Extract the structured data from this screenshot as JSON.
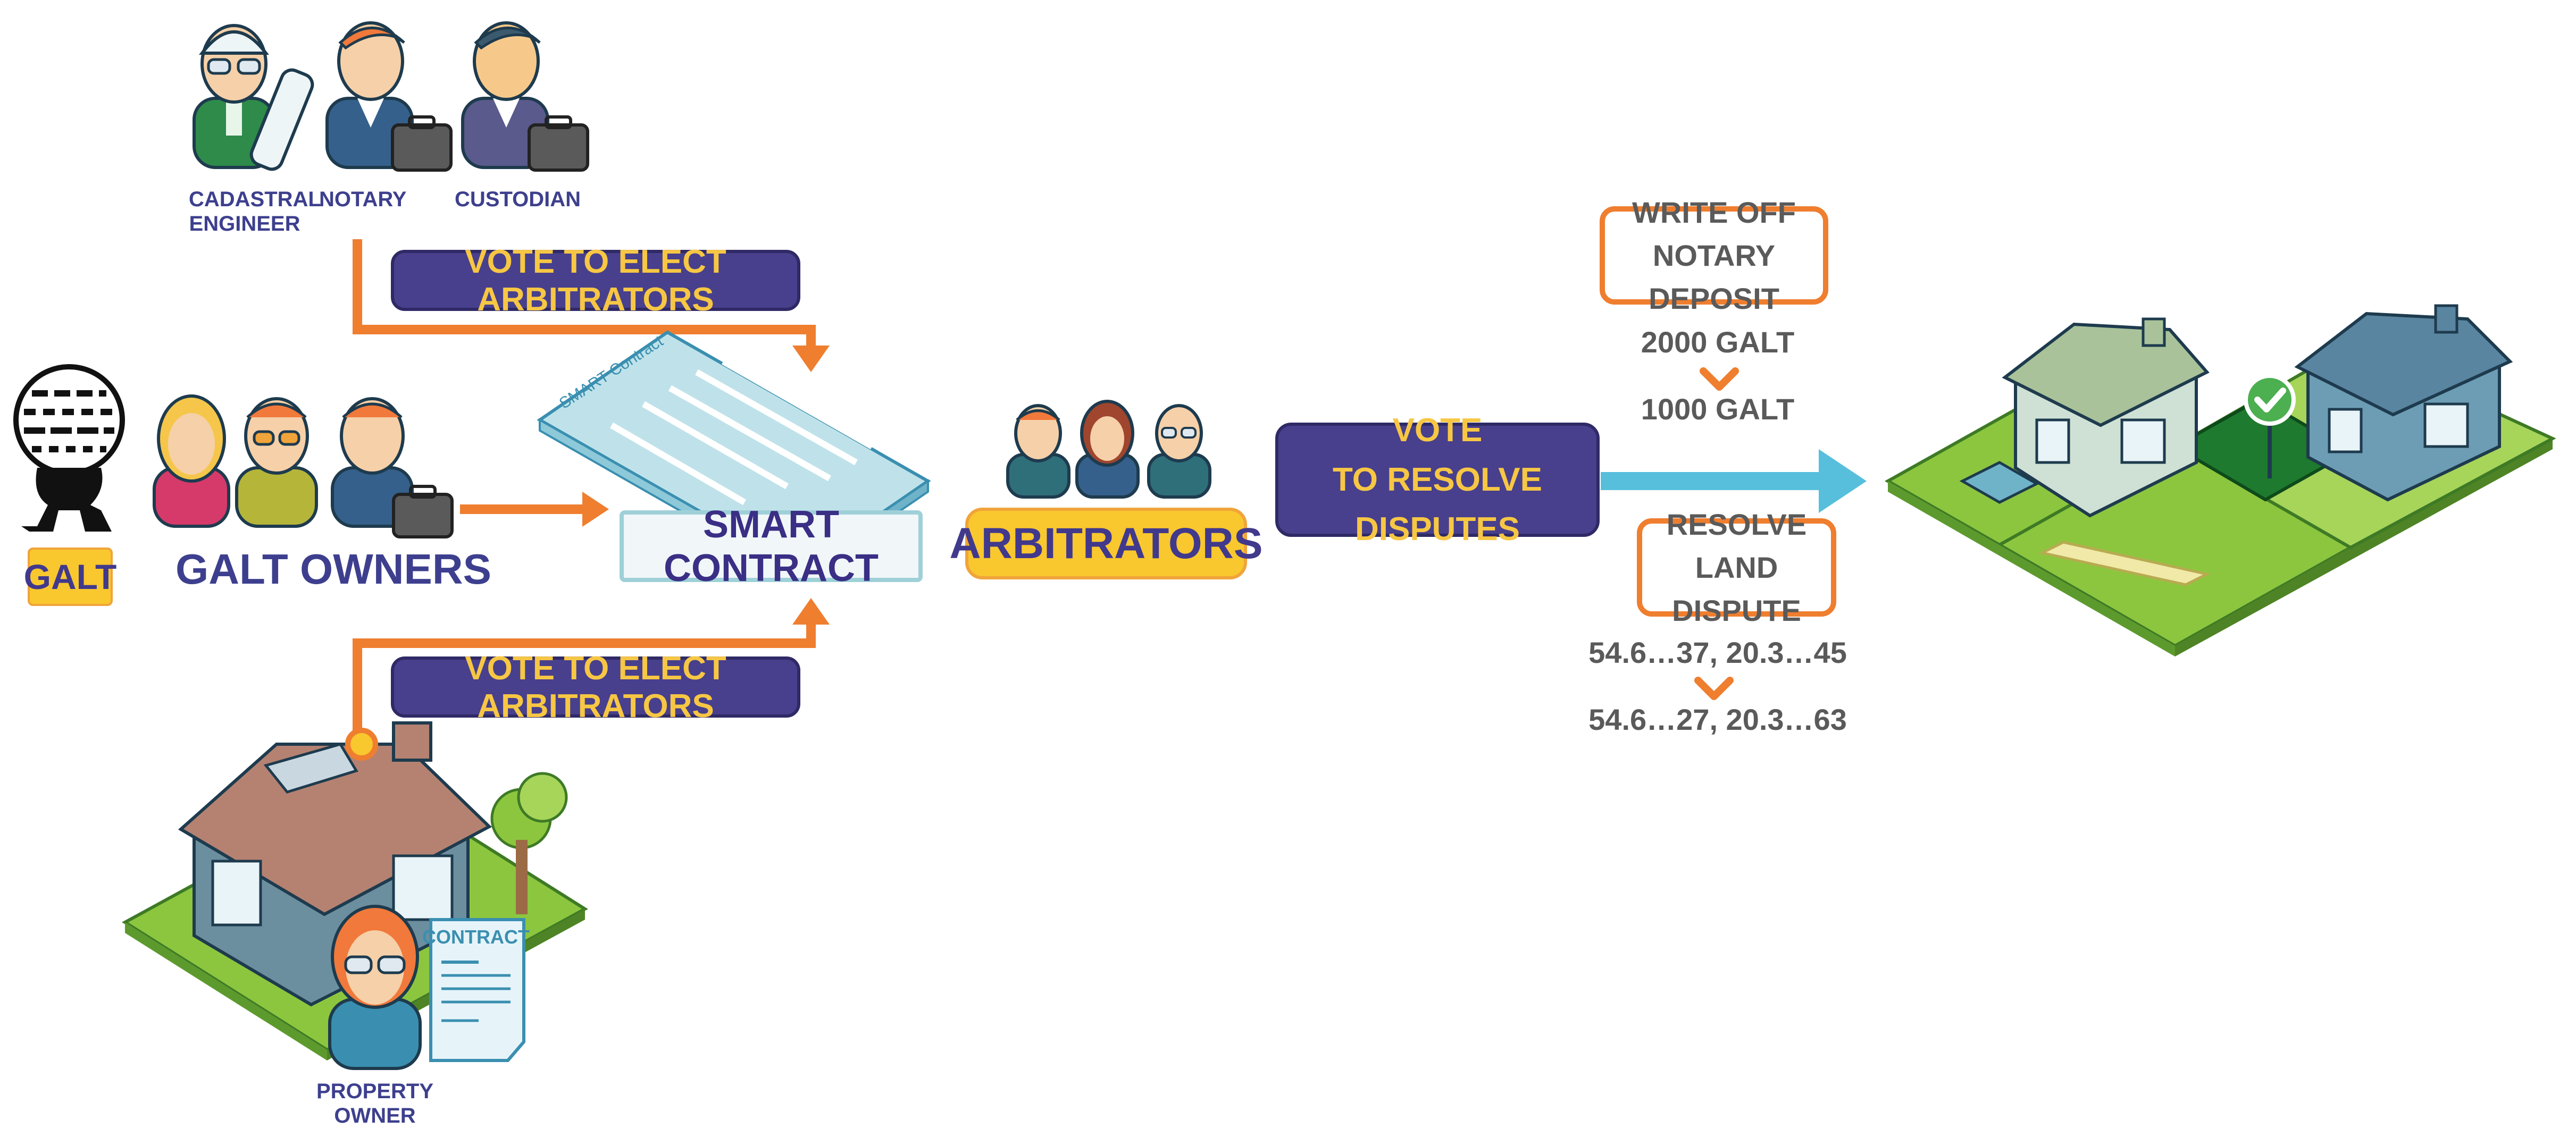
{
  "roles": {
    "cadastral_engineer_line1": "CADASTRAL",
    "cadastral_engineer_line2": "ENGINEER",
    "notary": "NOTARY",
    "custodian": "CUSTODIAN",
    "property_owner_line1": "PROPERTY",
    "property_owner_line2": "OWNER"
  },
  "galt_tag": "GALT",
  "galt_owners": "GALT OWNERS",
  "vote_to_elect_top": "VOTE TO ELECT ARBITRATORS",
  "vote_to_elect_bottom": "VOTE TO ELECT ARBITRATORS",
  "smart_contract": "SMART CONTRACT",
  "document_title": "SMART Contract",
  "contract_label": "CONTRACT",
  "arbitrators": "ARBITRATORS",
  "vote_resolve": {
    "line1": "VOTE",
    "line2": "TO RESOLVE DISPUTES"
  },
  "write_off": {
    "line1": "WRITE OFF",
    "line2": "NOTARY DEPOSIT"
  },
  "deposit_before": "2000 GALT",
  "deposit_after": "1000 GALT",
  "resolve": {
    "line1": "RESOLVE",
    "line2": "LAND DISPUTE"
  },
  "coords_before": "54.6…37, 20.3…45",
  "coords_after": "54.6…27, 20.3…63",
  "colors": {
    "orange": "#ef7e2f",
    "purple": "#48408c",
    "yellow": "#f9c72e",
    "teal_arrow": "#57bfdc",
    "grass": "#8cc63f",
    "dark_green": "#1e7a2e",
    "check": "#4caf50"
  }
}
